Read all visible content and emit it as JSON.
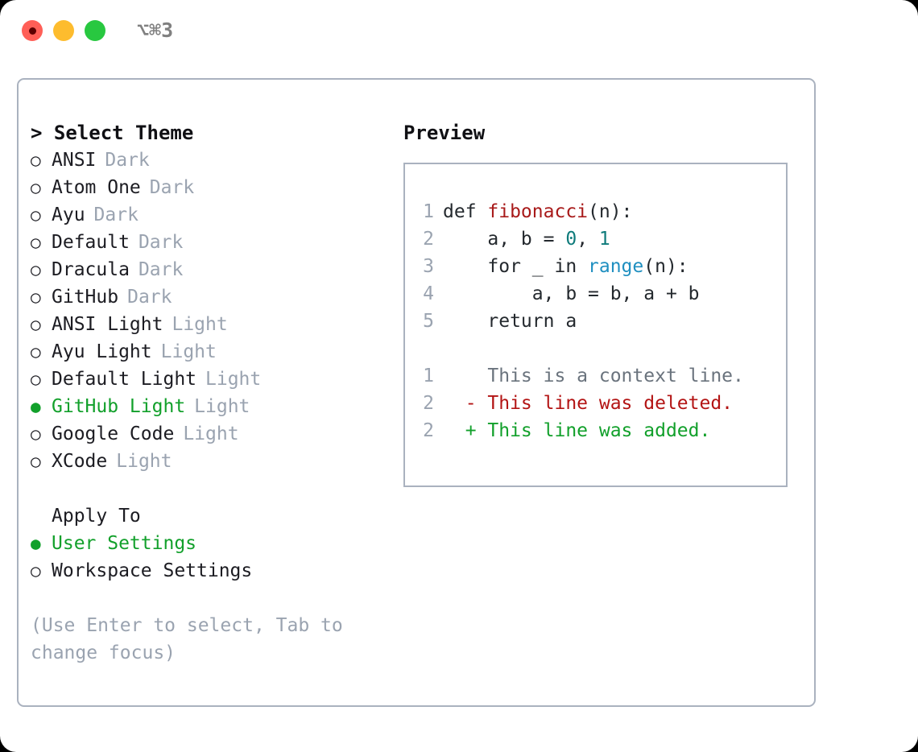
{
  "titlebar": {
    "shortcut": "⌥⌘3",
    "buttons": {
      "close": "close",
      "minimize": "minimize",
      "maximize": "maximize"
    }
  },
  "theme_picker": {
    "heading": "> Select Theme",
    "marker_unselected": "○",
    "marker_selected": "●",
    "items": [
      {
        "name": "ANSI",
        "kind": "Dark",
        "selected": false
      },
      {
        "name": "Atom One",
        "kind": "Dark",
        "selected": false
      },
      {
        "name": "Ayu",
        "kind": "Dark",
        "selected": false
      },
      {
        "name": "Default",
        "kind": "Dark",
        "selected": false
      },
      {
        "name": "Dracula",
        "kind": "Dark",
        "selected": false
      },
      {
        "name": "GitHub",
        "kind": "Dark",
        "selected": false
      },
      {
        "name": "ANSI Light",
        "kind": "Light",
        "selected": false
      },
      {
        "name": "Ayu Light",
        "kind": "Light",
        "selected": false
      },
      {
        "name": "Default Light",
        "kind": "Light",
        "selected": false
      },
      {
        "name": "GitHub Light",
        "kind": "Light",
        "selected": true
      },
      {
        "name": "Google Code",
        "kind": "Light",
        "selected": false
      },
      {
        "name": "XCode",
        "kind": "Light",
        "selected": false
      }
    ]
  },
  "apply_to": {
    "heading": "Apply To",
    "items": [
      {
        "name": "User Settings",
        "selected": true
      },
      {
        "name": "Workspace Settings",
        "selected": false
      }
    ]
  },
  "hint": "(Use Enter to select, Tab to change focus)",
  "preview": {
    "heading": "Preview",
    "code_lines": [
      {
        "no": "1",
        "tokens": [
          {
            "t": "def ",
            "c": "plain"
          },
          {
            "t": "fibonacci",
            "c": "fn"
          },
          {
            "t": "(n):",
            "c": "plain"
          }
        ]
      },
      {
        "no": "2",
        "tokens": [
          {
            "t": "    a, b = ",
            "c": "plain"
          },
          {
            "t": "0",
            "c": "num"
          },
          {
            "t": ", ",
            "c": "plain"
          },
          {
            "t": "1",
            "c": "num"
          }
        ]
      },
      {
        "no": "3",
        "tokens": [
          {
            "t": "    for _ in ",
            "c": "plain"
          },
          {
            "t": "range",
            "c": "builtin"
          },
          {
            "t": "(n):",
            "c": "plain"
          }
        ]
      },
      {
        "no": "4",
        "tokens": [
          {
            "t": "        a, b = b, a + b",
            "c": "plain"
          }
        ]
      },
      {
        "no": "5",
        "tokens": [
          {
            "t": "    return a",
            "c": "plain"
          }
        ]
      }
    ],
    "diff_lines": [
      {
        "no": "1",
        "marker": "  ",
        "text": "This is a context line.",
        "kind": "ctx"
      },
      {
        "no": "2",
        "marker": "- ",
        "text": "This line was deleted.",
        "kind": "del"
      },
      {
        "no": "2",
        "marker": "+ ",
        "text": "This line was added.",
        "kind": "add"
      }
    ]
  },
  "colors": {
    "accent_green": "#12a02b",
    "muted_grey": "#9aa3b0",
    "border": "#aab2bf",
    "diff_add": "#12a02b",
    "diff_del": "#b31414",
    "diff_ctx": "#6a737d",
    "token_function": "#a81a1a",
    "token_number": "#0f7b7b",
    "token_builtin": "#1f8fc0",
    "text": "#24292e",
    "light_close": "#ff5f57",
    "light_min": "#fdbc2e",
    "light_max": "#28c840"
  }
}
